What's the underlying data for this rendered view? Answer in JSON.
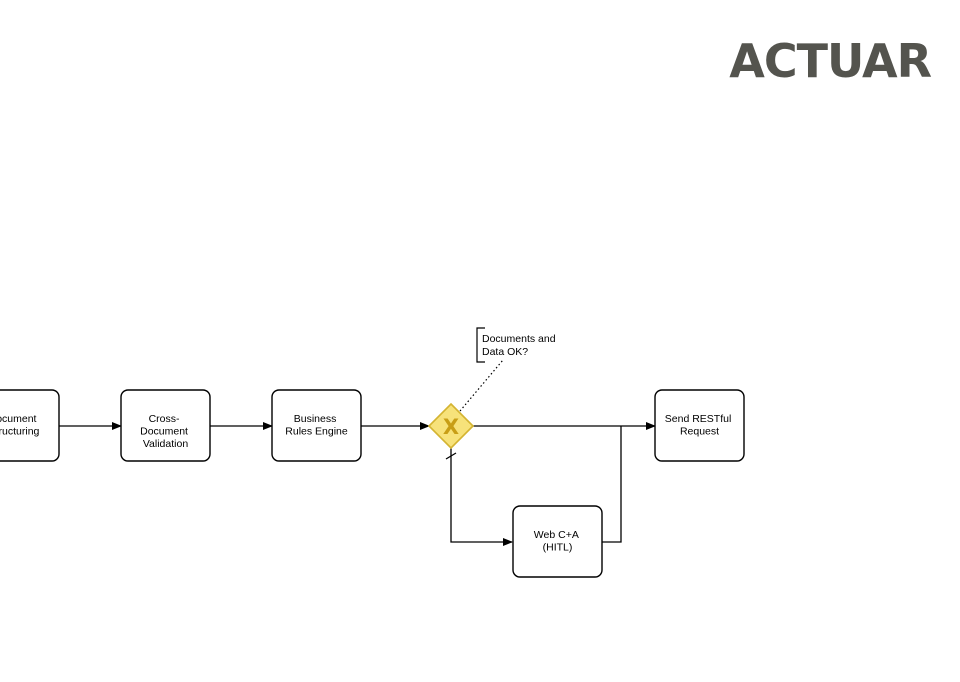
{
  "brand": {
    "logo_text": "ACTUAR",
    "logo_color": "#54544e"
  },
  "diagram": {
    "nodes": [
      {
        "id": "doc-structuring",
        "lines": [
          "Document",
          "Structuring"
        ],
        "type": "task"
      },
      {
        "id": "cross-doc-validation",
        "lines": [
          "Cross-",
          "Document",
          "Validation"
        ],
        "type": "task"
      },
      {
        "id": "business-rules",
        "lines": [
          "Business",
          "Rules Engine"
        ],
        "type": "task"
      },
      {
        "id": "gateway",
        "type": "exclusive-gateway",
        "symbol": "X"
      },
      {
        "id": "send-restful",
        "lines": [
          "Send RESTful",
          "Request"
        ],
        "type": "task"
      },
      {
        "id": "web-ca",
        "lines": [
          "Web C+A",
          "(HITL)"
        ],
        "type": "task"
      }
    ],
    "annotation": {
      "lines": [
        "Documents and",
        "Data OK?"
      ]
    },
    "edges": [
      {
        "from": "doc-structuring",
        "to": "cross-doc-validation"
      },
      {
        "from": "cross-doc-validation",
        "to": "business-rules"
      },
      {
        "from": "business-rules",
        "to": "gateway"
      },
      {
        "from": "gateway",
        "to": "send-restful"
      },
      {
        "from": "gateway",
        "to": "web-ca",
        "default": true
      },
      {
        "from": "web-ca",
        "to": "send-restful"
      }
    ],
    "colors": {
      "gateway_fill": "#f7e27a",
      "gateway_stroke": "#d4b431",
      "gateway_symbol": "#c89e16",
      "stroke": "#000000"
    }
  }
}
